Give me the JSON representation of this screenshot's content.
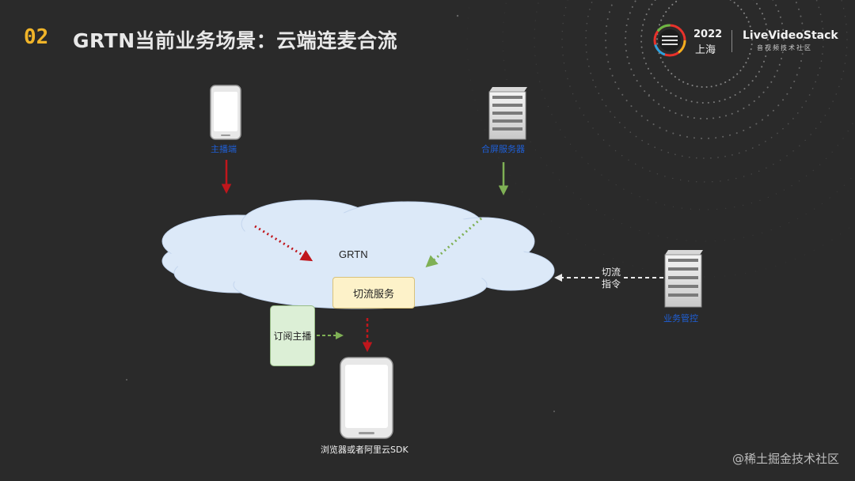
{
  "header": {
    "number": "02",
    "title": "GRTN当前业务场景：云端连麦合流"
  },
  "logo": {
    "year": "2022",
    "city": "上海",
    "brand": "LiveVideoStack",
    "subtitle": "音视频技术社区"
  },
  "diagram": {
    "anchor_label": "主播端",
    "mixer_label": "合屏服务器",
    "cloud_label": "GRTN",
    "switch_service_label": "切流服务",
    "subscribe_label": "订阅主播",
    "command_label_line1": "切流",
    "command_label_line2": "指令",
    "business_label": "业务管控",
    "viewer_label": "浏览器或者阿里云SDK"
  },
  "watermark": "@稀土掘金技术社区",
  "colors": {
    "background": "#2a2a2a",
    "accent_number": "#f0b429",
    "cloud": "#dce9f8",
    "red_arrow": "#c0161c",
    "green_arrow": "#7fb055",
    "blue_label": "#1f5fd6",
    "switch_box": "#fdf2c9",
    "subscribe_box": "#dcefd6"
  }
}
